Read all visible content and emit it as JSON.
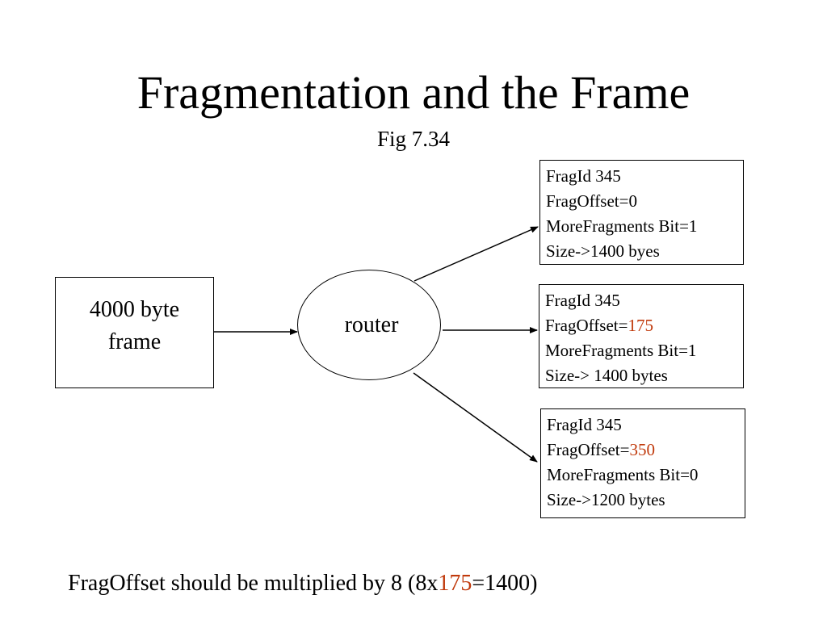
{
  "colors": {
    "accent": "#c0390b",
    "text": "#000000",
    "background": "#ffffff"
  },
  "title": "Fragmentation and the Frame",
  "subtitle": "Fig 7.34",
  "source": {
    "line1": "4000 byte",
    "line2": "frame"
  },
  "router": {
    "label": "router"
  },
  "fragments": [
    {
      "id": "FragId 345",
      "offset_prefix": "FragOffset=",
      "offset_value": "0",
      "more": "MoreFragments Bit=1",
      "size": "Size->1400 byes"
    },
    {
      "id": "FragId 345",
      "offset_prefix": "FragOffset=",
      "offset_value": "175",
      "more": "MoreFragments Bit=1",
      "size": "Size-> 1400 bytes"
    },
    {
      "id": "FragId 345",
      "offset_prefix": "FragOffset=",
      "offset_value": "350",
      "more": "MoreFragments Bit=0",
      "size": "Size->1200 bytes"
    }
  ],
  "note": {
    "prefix": "FragOffset should be multiplied by 8  (8x",
    "value": "175",
    "suffix": "=1400)"
  }
}
